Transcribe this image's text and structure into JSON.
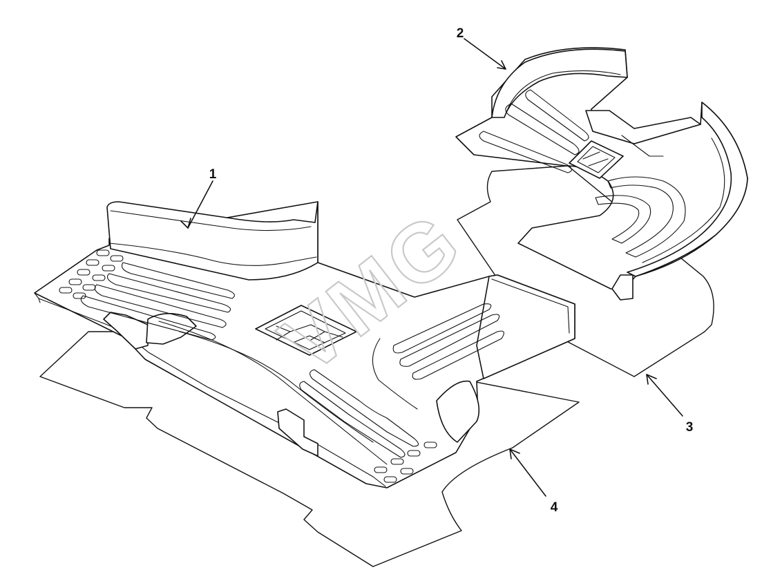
{
  "diagram": {
    "callouts": [
      {
        "id": "1",
        "label": "1"
      },
      {
        "id": "2",
        "label": "2"
      },
      {
        "id": "3",
        "label": "3"
      },
      {
        "id": "4",
        "label": "4"
      }
    ],
    "watermark": "VMG"
  }
}
